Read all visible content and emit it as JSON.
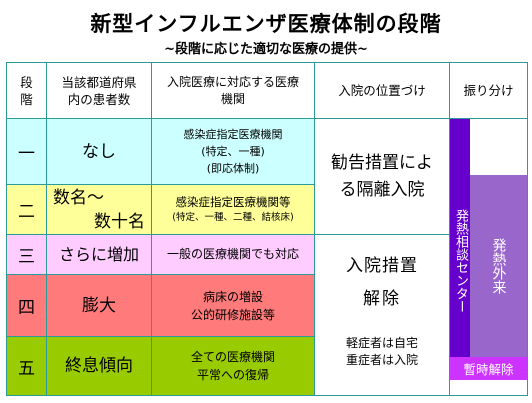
{
  "title": "新型インフルエンザ医療体制の段階",
  "subtitle": "~段階に応じた適切な医療の提供~",
  "headers": {
    "stage_lines": [
      "段",
      "階"
    ],
    "patients_lines": [
      "当該都道府県",
      "内の患者数"
    ],
    "medical_lines": [
      "入院医療に対応する医療",
      "機関"
    ],
    "position": "入院の位置づけ",
    "triage": "振り分け"
  },
  "rows": [
    {
      "stage": "一",
      "patients": "なし",
      "medical_lines": [
        "感染症指定医療機関",
        "(特定、一種)",
        "(即応体制)"
      ],
      "color": "#ccffff"
    },
    {
      "stage": "二",
      "patients_lines": [
        "数名〜",
        "数十名"
      ],
      "medical_lines": [
        "感染症指定医療機関等",
        "(特定、一種、二種、結核床)"
      ],
      "color": "#ffff99"
    },
    {
      "stage": "三",
      "patients": "さらに増加",
      "medical_lines": [
        "一般の医療機関でも対応"
      ],
      "color": "#ffccff"
    },
    {
      "stage": "四",
      "patients": "膨大",
      "medical_lines": [
        "病床の増設",
        "公的研修施設等"
      ],
      "color": "#ff7a7a"
    },
    {
      "stage": "五",
      "patients": "終息傾向",
      "medical_lines": [
        "全ての医療機関",
        "平常への復帰"
      ],
      "color": "#99cc00"
    }
  ],
  "position": {
    "recommend_lines": [
      "勧告措置によ",
      "る隔離入院"
    ],
    "lifted_lines": [
      "入院措置",
      "解除"
    ],
    "mild_home": "軽症者は自宅",
    "severe_hospital": "重症者は入院"
  },
  "triage": {
    "consult_center": "発熱相談センター",
    "fever_clinic": "発熱外来",
    "temporary_lift": "暫時解除"
  },
  "colors": {
    "border": "#2b9a9a",
    "consult": "#6600cc",
    "clinic": "#9966cc",
    "temporary": "#cc33ff"
  }
}
